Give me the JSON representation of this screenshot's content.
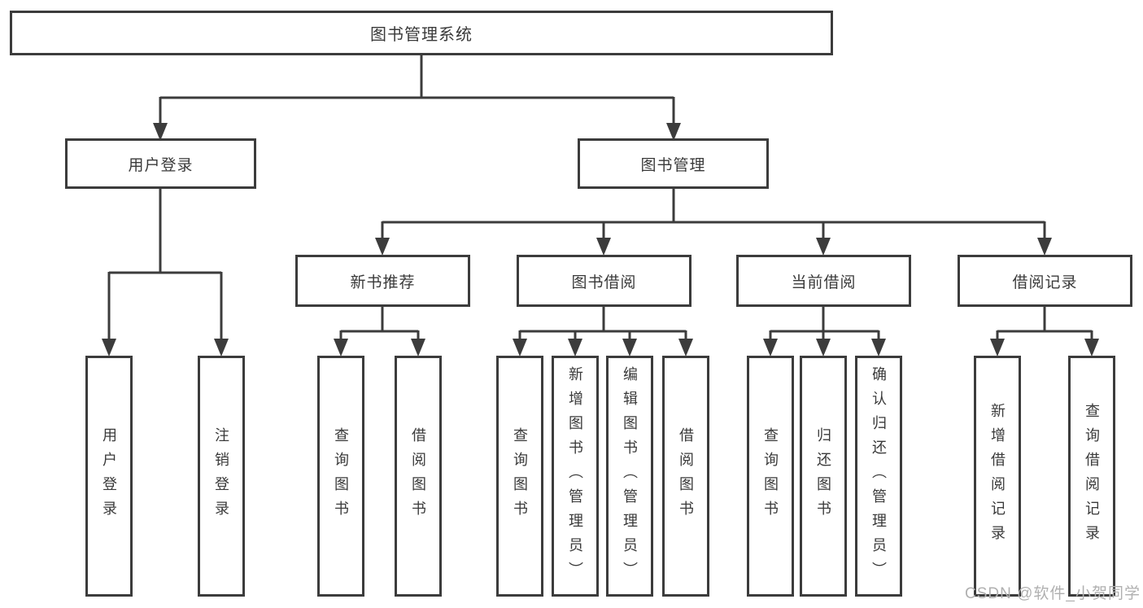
{
  "diagram": {
    "root": {
      "label": "图书管理系统"
    },
    "branches": [
      {
        "label": "用户登录",
        "children": [
          {
            "label": "用户登录"
          },
          {
            "label": "注销登录"
          }
        ]
      },
      {
        "label": "图书管理",
        "children": [
          {
            "label": "新书推荐",
            "children": [
              {
                "label": "查询图书"
              },
              {
                "label": "借阅图书"
              }
            ]
          },
          {
            "label": "图书借阅",
            "children": [
              {
                "label": "查询图书"
              },
              {
                "label": "新增图书（管理员）"
              },
              {
                "label": "编辑图书（管理员）"
              },
              {
                "label": "借阅图书"
              }
            ]
          },
          {
            "label": "当前借阅",
            "children": [
              {
                "label": "查询图书"
              },
              {
                "label": "归还图书"
              },
              {
                "label": "确认归还（管理员）"
              }
            ]
          },
          {
            "label": "借阅记录",
            "children": [
              {
                "label": "新增借阅记录"
              },
              {
                "label": "查询借阅记录"
              }
            ]
          }
        ]
      }
    ]
  },
  "watermark": {
    "text": "CSDN @软件_小贺同学"
  },
  "colors": {
    "line": "#3c3c3c",
    "text": "#3a3a3a",
    "watermark": "#b0b0b0",
    "background": "#ffffff"
  }
}
